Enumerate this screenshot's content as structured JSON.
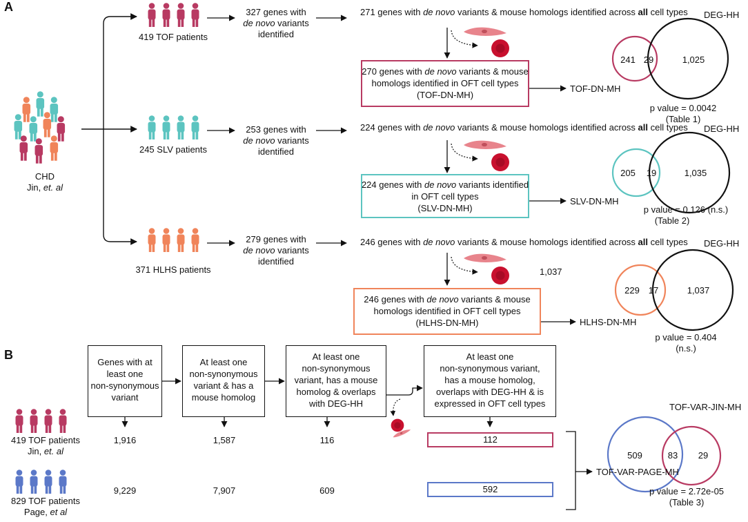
{
  "panel_a": {
    "label": "A",
    "source": {
      "line1": "CHD",
      "line2": "Jin, ",
      "line2_italic": "et. al"
    },
    "rows": [
      {
        "patients": "419 TOF patients",
        "genes_pre": "327 genes with",
        "genes_it": "de novo",
        "genes_post": " variants",
        "genes_l3": "identified",
        "all_pre": "271 genes with ",
        "all_it": "de novo",
        "all_mid": " variants & mouse homologs identified across ",
        "all_bold": "all",
        "all_post": " cell types",
        "box_l1_pre": "270  genes with ",
        "box_l1_it": "de novo",
        "box_l1_post": " variants & mouse",
        "box_l2": "homologs identified in OFT cell types",
        "box_l3": "(TOF-DN-MH)",
        "set_label": "TOF-DN-MH",
        "venn_left": "241",
        "venn_mid": "29",
        "venn_right": "1,025",
        "deg_label": "DEG-HH",
        "pval": "p value = 0.0042",
        "table": "(Table 1)",
        "color": "#b83a62"
      },
      {
        "patients": "245 SLV patients",
        "genes_pre": "253 genes with",
        "genes_it": "de novo",
        "genes_post": " variants",
        "genes_l3": "identified",
        "all_pre": "224 genes with ",
        "all_it": "de novo",
        "all_mid": " variants & mouse homologs identified across ",
        "all_bold": "all",
        "all_post": " cell types",
        "box_l1_pre": "224 genes with ",
        "box_l1_it": "de novo",
        "box_l1_post": " variants identified",
        "box_l2": "in OFT cell types",
        "box_l3": "(SLV-DN-MH)",
        "set_label": "SLV-DN-MH",
        "venn_left": "205",
        "venn_mid": "19",
        "venn_right": "1,035",
        "deg_label": "DEG-HH",
        "pval": "p value = 0.126 (n.s.)",
        "table": "(Table 2)",
        "color": "#5cc4c0"
      },
      {
        "patients": "371 HLHS patients",
        "genes_pre": "279 genes with",
        "genes_it": "de novo",
        "genes_post": " variants",
        "genes_l3": "identified",
        "all_pre": "246 genes with ",
        "all_it": "de novo",
        "all_mid": " variants & mouse homologs identified across ",
        "all_bold": "all",
        "all_post": " cell types",
        "box_l1_pre": "246 genes with ",
        "box_l1_it": "de novo",
        "box_l1_post": " variants & mouse",
        "box_l2": "homologs identified in OFT cell types",
        "box_l3": "(HLHS-DN-MH)",
        "set_label": "HLHS-DN-MH",
        "venn_left": "229",
        "venn_mid": "17",
        "venn_right": "1,037",
        "deg_label": "DEG-HH",
        "pval": "p value = 0.404",
        "table": "(n.s.)",
        "stray": "1,037",
        "color": "#f0845a"
      }
    ]
  },
  "panel_b": {
    "label": "B",
    "steps": [
      [
        "Genes with at",
        "least one",
        "non-synonymous",
        "variant"
      ],
      [
        "At least one",
        "non-synonymous",
        "variant & has a",
        "mouse homolog"
      ],
      [
        "At least one",
        "non-synonymous",
        "variant, has a mouse",
        "homolog & overlaps",
        "with DEG-HH"
      ],
      [
        "At least one",
        "non-synonymous variant,",
        "has a mouse homolog,",
        "overlaps with DEG-HH & is",
        "expressed in OFT cell types"
      ]
    ],
    "cohorts": [
      {
        "l1": "419 TOF patients",
        "l2_pre": "Jin, ",
        "l2_it": "et. al",
        "values": [
          "1,916",
          "1,587",
          "116",
          "112"
        ],
        "color": "#b83a62"
      },
      {
        "l1": "829 TOF patients",
        "l2_pre": "Page, ",
        "l2_it": "et al",
        "values": [
          "9,229",
          "7,907",
          "609",
          "592"
        ],
        "color": "#5b78c8"
      }
    ],
    "set_jin": "TOF-VAR-JIN-MH",
    "set_page": "TOF-VAR-PAGE-MH",
    "venn_left": "509",
    "venn_mid": "83",
    "venn_right": "29",
    "pval": "p value = 2.72e-05",
    "table": "(Table 3)"
  },
  "colors": {
    "tof": "#b83a62",
    "slv": "#5cc4c0",
    "hlhs": "#f0845a",
    "page": "#5b78c8",
    "teal_person": "#5cc4c0",
    "black": "#111111",
    "cell_pink": "#e8848c",
    "rbc": "#c8102e"
  },
  "icons": [
    "person-group-icon",
    "endothelial-cell-icon",
    "red-blood-cell-icon"
  ]
}
